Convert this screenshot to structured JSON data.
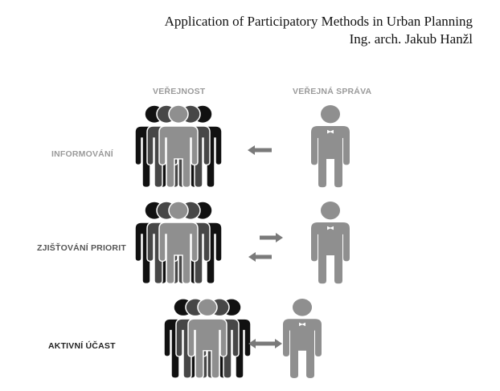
{
  "header": {
    "title": "Application of Participatory Methods in Urban Planning",
    "author": "Ing. arch. Jakub Hanžl"
  },
  "columns": {
    "public": "VEŘEJNOST",
    "administration": "VEŘEJNÁ SPRÁVA"
  },
  "levels": [
    {
      "label": "INFORMOVÁNÍ",
      "arrow": "left"
    },
    {
      "label": "ZJIŠŤOVÁNÍ PRIORIT",
      "arrow": "both-separate"
    },
    {
      "label": "AKTIVNÍ ÚČAST",
      "arrow": "double"
    }
  ],
  "colors": {
    "black": "#111111",
    "dark": "#474747",
    "gray": "#8f8f8f",
    "arrow": "#7a7a7a"
  }
}
